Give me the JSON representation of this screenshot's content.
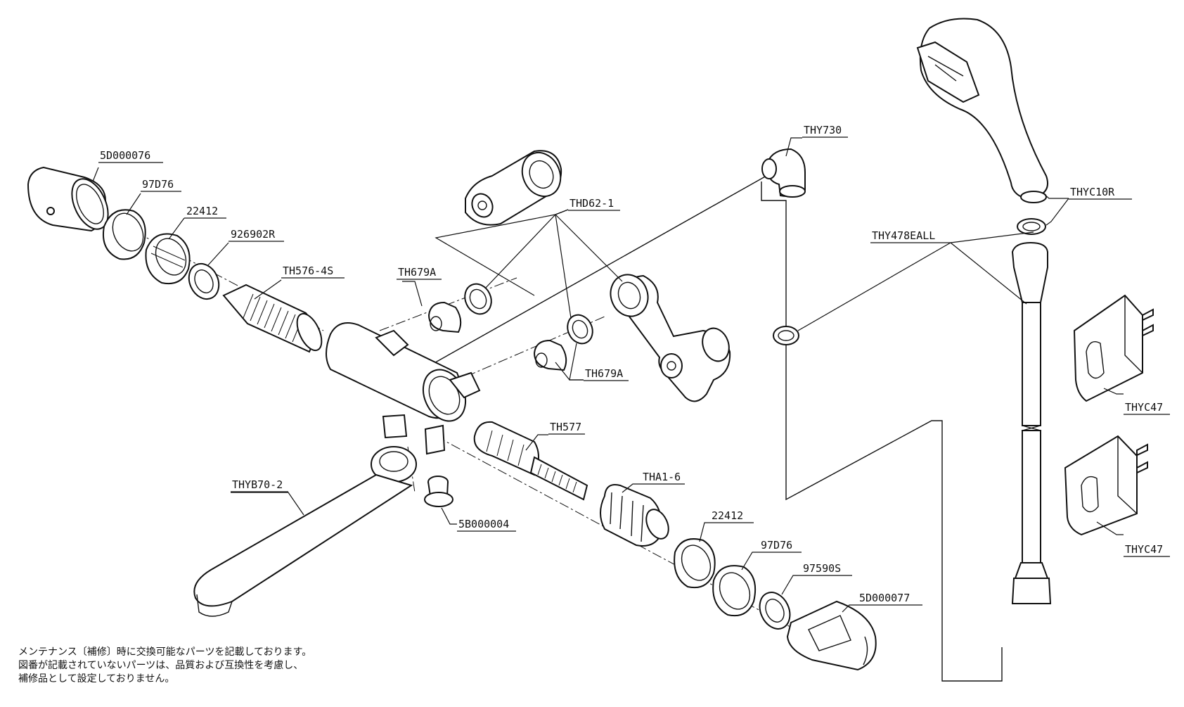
{
  "diagram": {
    "labels": [
      {
        "id": "5d000076",
        "text": "5D000076"
      },
      {
        "id": "97d76-a",
        "text": "97D76"
      },
      {
        "id": "22412-a",
        "text": "22412"
      },
      {
        "id": "926902r",
        "text": "926902R"
      },
      {
        "id": "th576-4s",
        "text": "TH576-4S"
      },
      {
        "id": "th679a-a",
        "text": "TH679A"
      },
      {
        "id": "thd62-1",
        "text": "THD62-1"
      },
      {
        "id": "thy730",
        "text": "THY730"
      },
      {
        "id": "th679a-b",
        "text": "TH679A"
      },
      {
        "id": "th577",
        "text": "TH577"
      },
      {
        "id": "thyb70-2",
        "text": "THYB70-2"
      },
      {
        "id": "5b000004",
        "text": "5B000004"
      },
      {
        "id": "tha1-6",
        "text": "THA1-6"
      },
      {
        "id": "22412-b",
        "text": "22412"
      },
      {
        "id": "97d76-b",
        "text": "97D76"
      },
      {
        "id": "97590s",
        "text": "97590S"
      },
      {
        "id": "5d000077",
        "text": "5D000077"
      },
      {
        "id": "thyc10r",
        "text": "THYC10R"
      },
      {
        "id": "thy478eall",
        "text": "THY478EALL"
      },
      {
        "id": "thyc47-a",
        "text": "THYC47"
      },
      {
        "id": "thyc47-b",
        "text": "THYC47"
      }
    ]
  },
  "note": {
    "line1": "メンテナンス〔補修〕時に交換可能なパーツを記載しております。",
    "line2": "図番が記載されていないパーツは、品質および互換性を考慮し、",
    "line3": "補修品として設定しておりません。"
  }
}
